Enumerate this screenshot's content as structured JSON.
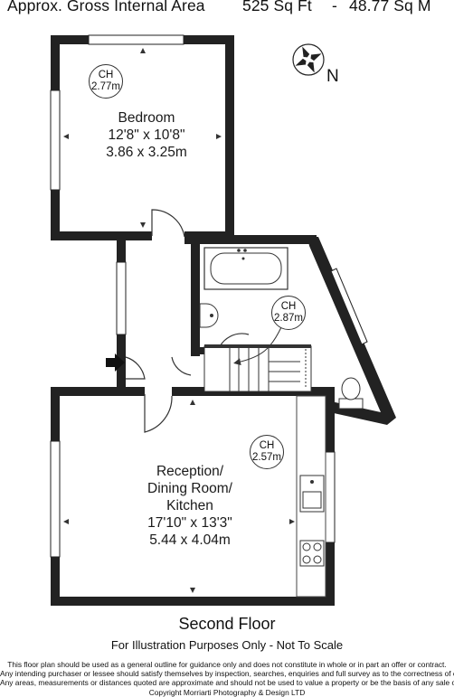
{
  "header": {
    "area_label": "Approx. Gross Internal Area",
    "sqft": "525 Sq Ft",
    "dash": "-",
    "sqm": "48.77 Sq M"
  },
  "compass": {
    "north_label": "N"
  },
  "rooms": {
    "bedroom": {
      "name": "Bedroom",
      "imperial": "12'8\" x 10'8\"",
      "metric": "3.86 x 3.25m"
    },
    "reception": {
      "name_line1": "Reception/",
      "name_line2": "Dining Room/",
      "name_line3": "Kitchen",
      "imperial": "17'10\" x 13'3\"",
      "metric": "5.44 x 4.04m"
    }
  },
  "ceiling_heights": [
    {
      "label": "CH",
      "value": "2.77m"
    },
    {
      "label": "CH",
      "value": "2.87m"
    },
    {
      "label": "CH",
      "value": "2.57m"
    }
  ],
  "floor_name": "Second Floor",
  "subtitle": "For Illustration Purposes Only - Not To Scale",
  "disclaimer": [
    "This floor plan should be used as a general outline for guidance only and does not constitute in whole or in part an offer or contract.",
    "Any intending purchaser or lessee should satisfy themselves by inspection, searches, enquiries and full survey as to the correctness of each statement.",
    "Any areas, measurements or distances quoted are approximate and should not be used to value a property or be the basis of any sale or let.",
    "Copyright Morriarti Photography & Design LTD"
  ]
}
